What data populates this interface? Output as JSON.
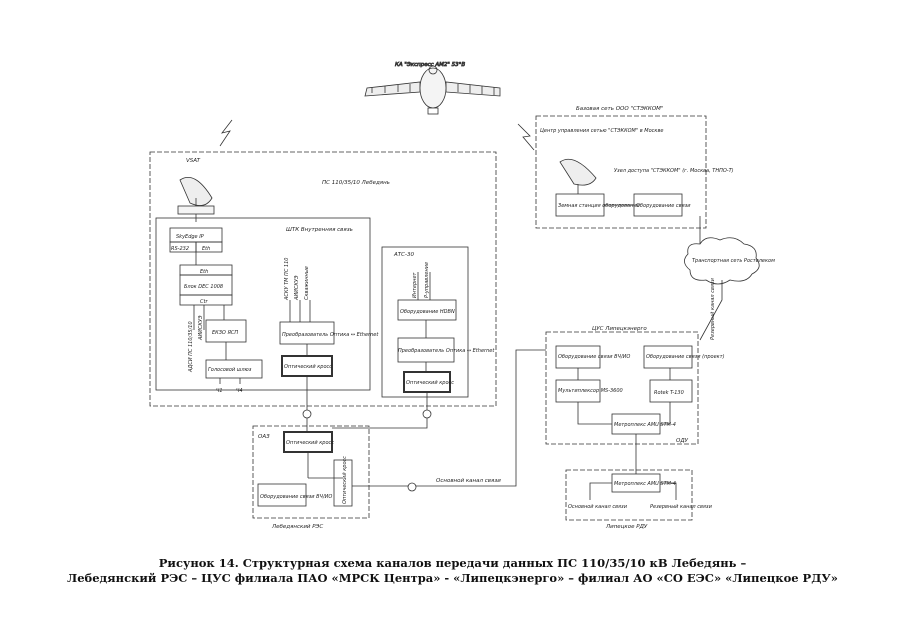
{
  "satellite_label": "КА \"Экспресс АМ2\" 53°В",
  "ps_label": "ПС 110/35/10 Лебедянь",
  "vsat_label": "VSAT",
  "shdp_label": "ШТК Внутренняя связь",
  "atc_label": "АТС-30",
  "boxes": {
    "skyedge": "SkyEdge IP",
    "rs232": "RS-232",
    "eth1": "Eth",
    "eth2": "Eth",
    "blok_dec": "Блок DEC 1008",
    "ctr": "Ctr",
    "ekzo": "ЕКЗО ЯСП",
    "golos": "Голосовой шлюз",
    "preob1": "Преобразователь Оптика ↔ Ethernet",
    "opt1": "Оптический кросс",
    "hdbn": "Оборудование HDBN",
    "preob2": "Преобразователь Оптика ↔ Ethernet",
    "opt2": "Оптический кросс",
    "opt3": "Оптический кросс",
    "optkross_v": "Оптический кросс",
    "vch": "Оборудование связи ВЧ/ИО",
    "zemn": "Земная станция оборудование",
    "obor_svyazi": "Оборудование связи",
    "vch2": "Оборудование связи ВЧ/ИО",
    "opt_proj": "Оборудование связи (проект)",
    "multi": "Мультиплексор MS-3600",
    "rotek": "Rotek T-130",
    "metr1": "Метроплекс AMU STM-4",
    "metr2": "Метроплекс AMU STM-4"
  },
  "vert_labels": {
    "adsi": "АДСИ ПС 110/35/10",
    "aiiskue": "АИИСКУЭ",
    "ascu_tm": "АСКУ ТМ ПС 110",
    "aiiskue2": "АИИСКУЭ",
    "skvazh": "Скважинные",
    "internet": "Интернет",
    "p_uprav": "Р-управление",
    "rezerv": "Резервный канал связи"
  },
  "ch_labels": {
    "ch1": "Ч1",
    "ch2": "Ч4"
  },
  "res_label": "ОАЗ",
  "lebed_res": "Лебедянский РЭС",
  "zemnoi_kanal": "Основной канал связи",
  "vsat_net": "Базовая сеть ООО \"СТЭККОМ\"",
  "center_label": "Центр управления сетью \"СТЭККОМ\" в Москве",
  "uzel_label": "Узел доступа \"СТЭККОМ\" (г. Москва, ТНПО-Т)",
  "gnet_label": "Транспортная сеть Ростелеком",
  "cus_label": "ЦУС Липецкэнерго",
  "sdo_label": "ОДУ",
  "lip_rdu_label": "Липецкое РДУ",
  "osn_label": "Основной канал связи",
  "rez_label": "Резервный канал связи",
  "caption_line1": "Рисунок 14. Структурная схема каналов передачи данных ПС 110/35/10 кВ Лебедянь –",
  "caption_line2": "Лебедянский РЭС – ЦУС филиала ПАО «МРСК Центра» - «Липецкэнерго» – филиал АО «СО ЕЭС» «Липецкое РДУ»"
}
